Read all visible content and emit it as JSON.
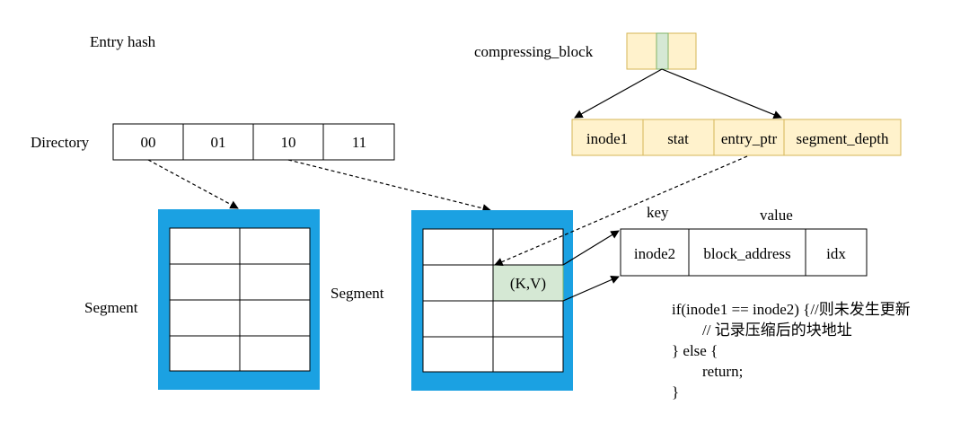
{
  "title": "Entry hash",
  "compressing_block": {
    "label": "compressing_block",
    "fields": [
      "inode1",
      "stat",
      "entry_ptr",
      "segment_depth"
    ]
  },
  "directory": {
    "label": "Directory",
    "cells": [
      "00",
      "01",
      "10",
      "11"
    ]
  },
  "segments": [
    {
      "label": "Segment"
    },
    {
      "label": "Segment",
      "entry": "(K,V)"
    }
  ],
  "kv": {
    "key_label": "key",
    "value_label": "value",
    "fields": [
      "inode2",
      "block_address",
      "idx"
    ]
  },
  "code": [
    "if(inode1 == inode2) {//则未发生更新",
    "        // 记录压缩后的块地址",
    "} else {",
    "        return;",
    "}"
  ],
  "colors": {
    "segment_border": "#1ba1e2",
    "cb_fill": "#fff2cc",
    "cb_border": "#d6b656",
    "entry_fill": "#d5e8d4",
    "entry_border": "#82b366"
  }
}
